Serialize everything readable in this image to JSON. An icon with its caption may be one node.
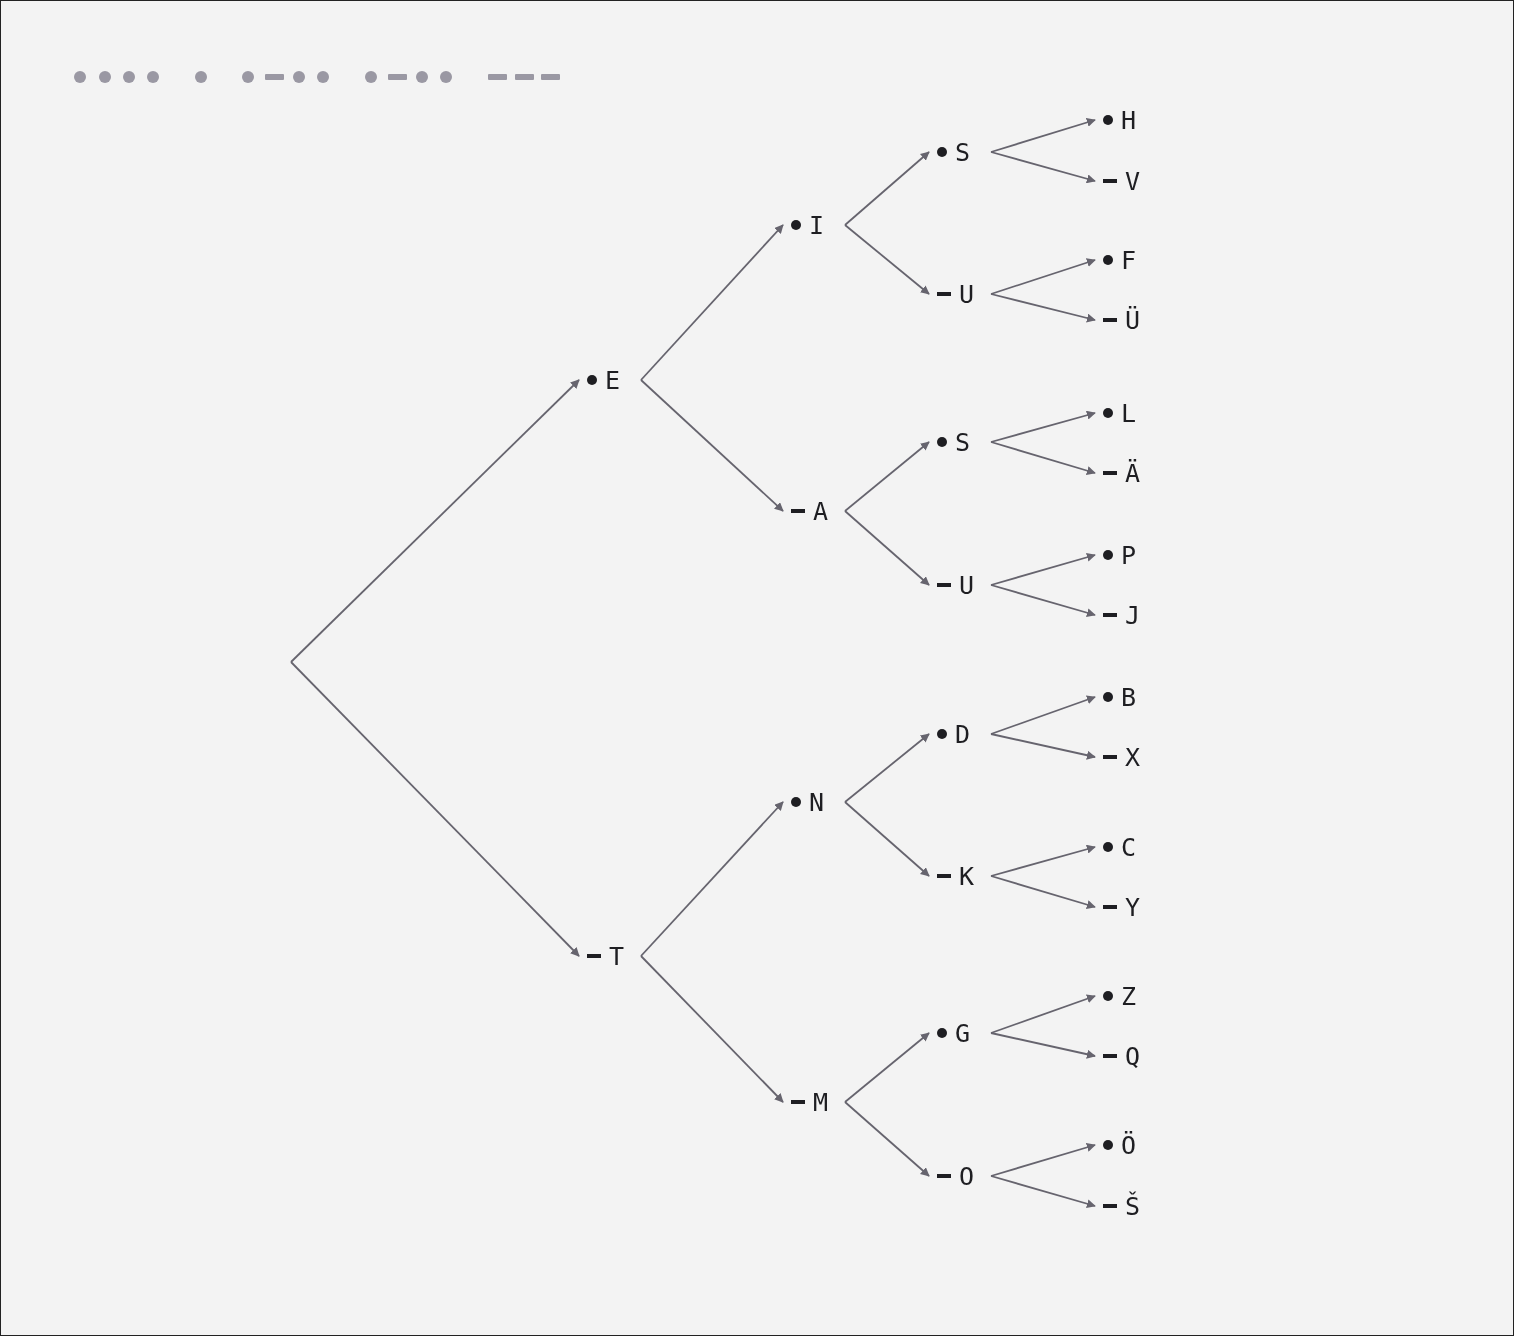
{
  "diagram": {
    "nodes": [
      {
        "text": [
          "E"
        ]
      },
      {
        "text": [
          "T"
        ]
      },
      {
        "text": [
          "I"
        ]
      },
      {
        "text": [
          "A"
        ]
      },
      {
        "text": [
          "N"
        ]
      },
      {
        "text": [
          "M"
        ]
      },
      {
        "text": [
          "S"
        ]
      },
      {
        "text": [
          "U"
        ]
      },
      {
        "text": [
          "S"
        ]
      },
      {
        "text": [
          "U"
        ]
      },
      {
        "text": [
          "D"
        ]
      },
      {
        "text": [
          "K"
        ]
      },
      {
        "text": [
          "G"
        ]
      },
      {
        "text": [
          "O"
        ]
      },
      {
        "text": [
          "H"
        ]
      },
      {
        "text": [
          "V"
        ]
      },
      {
        "text": [
          "F"
        ]
      },
      {
        "text": [
          "Ü"
        ]
      },
      {
        "text": [
          "L"
        ]
      },
      {
        "text": [
          "Ä"
        ]
      },
      {
        "text": [
          "P"
        ]
      },
      {
        "text": [
          "J"
        ]
      },
      {
        "text": [
          "B"
        ]
      },
      {
        "text": [
          "X"
        ]
      },
      {
        "text": [
          "C"
        ]
      },
      {
        "text": [
          "Y"
        ]
      },
      {
        "text": [
          "Z"
        ]
      },
      {
        "text": [
          "Q"
        ]
      },
      {
        "text": [
          "Ö"
        ]
      },
      {
        "text": [
          "Š"
        ]
      }
    ],
    "edges": [
      {
        "from": null,
        "to": 0,
        "arrow": "to"
      },
      {
        "from": null,
        "to": 1,
        "arrow": "to"
      },
      {
        "from": 0,
        "to": 2,
        "arrow": "to"
      },
      {
        "from": 0,
        "to": 3,
        "arrow": "to"
      },
      {
        "from": 1,
        "to": 4,
        "arrow": "to"
      },
      {
        "from": 1,
        "to": 5,
        "arrow": "to"
      },
      {
        "from": 2,
        "to": 6,
        "arrow": "to"
      },
      {
        "from": 2,
        "to": 7,
        "arrow": "to"
      },
      {
        "from": 3,
        "to": 8,
        "arrow": "to"
      },
      {
        "from": 3,
        "to": 9,
        "arrow": "to"
      },
      {
        "from": 4,
        "to": 10,
        "arrow": "to"
      },
      {
        "from": 4,
        "to": 11,
        "arrow": "to"
      },
      {
        "from": 5,
        "to": 12,
        "arrow": "to"
      },
      {
        "from": 5,
        "to": 13,
        "arrow": "to"
      },
      {
        "from": 6,
        "to": 14,
        "arrow": "to"
      },
      {
        "from": 6,
        "to": 15,
        "arrow": "to"
      },
      {
        "from": 7,
        "to": 16,
        "arrow": "to"
      },
      {
        "from": 7,
        "to": 17,
        "arrow": "to"
      },
      {
        "from": 8,
        "to": 18,
        "arrow": "to"
      },
      {
        "from": 8,
        "to": 19,
        "arrow": "to"
      },
      {
        "from": 9,
        "to": 20,
        "arrow": "to"
      },
      {
        "from": 9,
        "to": 21,
        "arrow": "to"
      },
      {
        "from": 10,
        "to": 22,
        "arrow": "to"
      },
      {
        "from": 10,
        "to": 23,
        "arrow": "to"
      },
      {
        "from": 11,
        "to": 24,
        "arrow": "to"
      },
      {
        "from": 11,
        "to": 25,
        "arrow": "to"
      },
      {
        "from": 12,
        "to": 26,
        "arrow": "to"
      },
      {
        "from": 12,
        "to": 27,
        "arrow": "to"
      },
      {
        "from": 13,
        "to": 28,
        "arrow": "to"
      },
      {
        "from": 13,
        "to": 29,
        "arrow": "to"
      }
    ]
  }
}
